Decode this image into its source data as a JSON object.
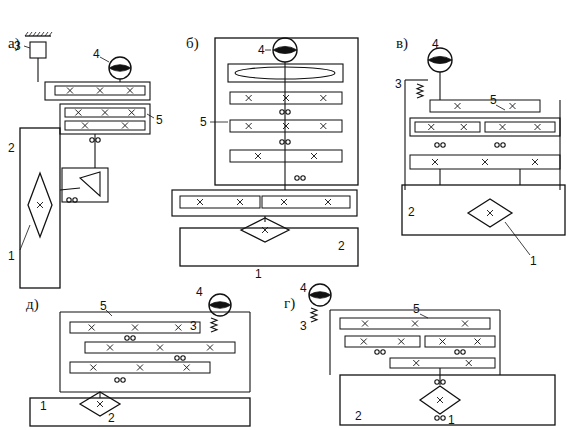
{
  "diagram": {
    "labels": [
      "а)",
      "1",
      "2",
      "3",
      "4",
      "5",
      "б)",
      "4",
      "5",
      "1",
      "2",
      "в)",
      "4",
      "3",
      "5",
      "2",
      "1",
      "д)",
      "5",
      "4",
      "3",
      "1",
      "2",
      "г)",
      "4",
      "3",
      "5",
      "2",
      "1"
    ]
  }
}
